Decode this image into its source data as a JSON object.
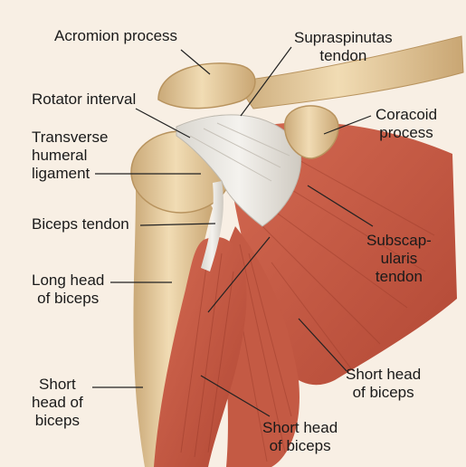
{
  "labels": {
    "acromion": "Acromion process",
    "supraspinatus": [
      "Supraspinutas",
      "tendon"
    ],
    "rotator_interval": "Rotator interval",
    "coracoid": [
      "Coracoid",
      "process"
    ],
    "transverse": [
      "Transverse",
      "humeral",
      "ligament"
    ],
    "biceps_tendon": "Biceps tendon",
    "subscapularis": [
      "Subscap-",
      "ularis",
      "tendon"
    ],
    "long_head": [
      "Long head",
      "of biceps"
    ],
    "short_head_left": [
      "Short",
      "head of",
      "biceps"
    ],
    "short_head_right": [
      "Short head",
      "of biceps"
    ],
    "short_head_bottom": [
      "Short head",
      "of biceps"
    ]
  },
  "colors": {
    "background": "#f8efe4",
    "bone": "#e9d2a8",
    "muscle": "#c65a45",
    "tendon": "#e6e4df",
    "leader": "#222222"
  }
}
